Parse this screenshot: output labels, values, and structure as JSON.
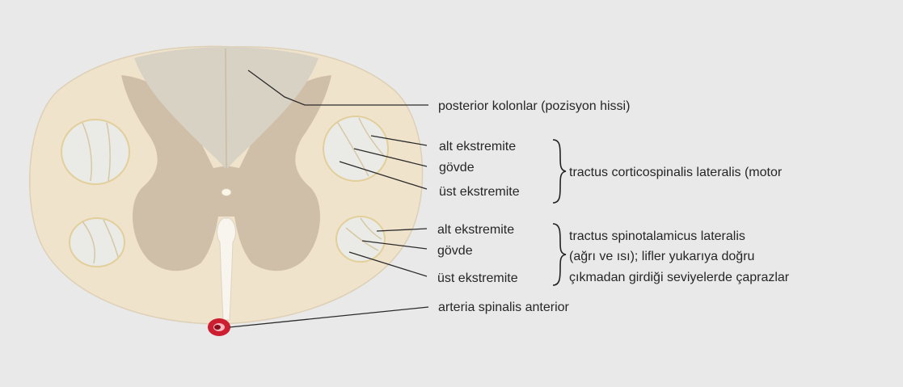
{
  "colors": {
    "background": "#e9e9e9",
    "white_matter": "#f0e3cc",
    "gray_matter": "#ccbda7",
    "posterior_columns": "#d8d2c4",
    "tract_fill": "#eaeae6",
    "artery": "#cc1e30",
    "leader_line": "#2b2b2b"
  },
  "labels": {
    "posterior": "posterior kolonlar (pozisyon hissi)",
    "cst_alt": "alt ekstremite",
    "cst_govde": "gövde",
    "cst_ust": "üst ekstremite",
    "cst_name": "tractus corticospinalis lateralis (motor",
    "stt_alt": "alt ekstremite",
    "stt_govde": "gövde",
    "stt_ust": "üst ekstremite",
    "stt_line1": "tractus spinotalamicus lateralis",
    "stt_line2": "(ağrı ve ısı); lifler yukarıya doğru",
    "stt_line3": "çıkmadan girdiği seviyelerde çaprazlar",
    "artery": "arteria spinalis anterior"
  }
}
